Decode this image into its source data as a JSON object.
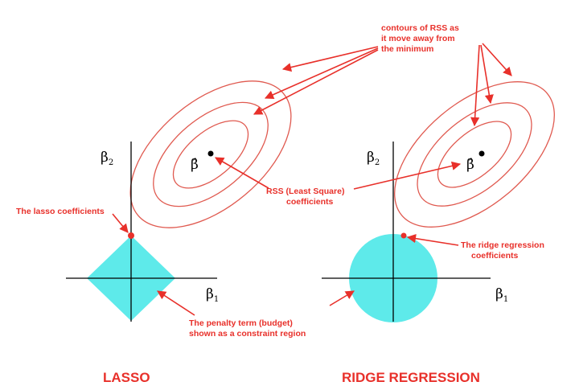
{
  "colors": {
    "annotation": "#e8302a",
    "contour": "#e05a50",
    "constraint_region": "#5eeaea",
    "axis": "#000000"
  },
  "lasso": {
    "axis_y_label": "β",
    "axis_y_sub": "2",
    "axis_x_label": "β",
    "axis_x_sub": "1",
    "beta_hat": "β̂",
    "coeff_label": "The lasso coefficients",
    "penalty_label_line1": "The penalty term (budget)",
    "penalty_label_line2": "shown as a constraint region",
    "title": "LASSO"
  },
  "ridge": {
    "axis_y_label": "β",
    "axis_y_sub": "2",
    "axis_x_label": "β",
    "axis_x_sub": "1",
    "beta_hat": "β̂",
    "coeff_label_line1": "The ridge regression",
    "coeff_label_line2": "coefficients",
    "title": "RIDGE REGRESSION"
  },
  "center": {
    "rss_label_line1": "RSS (Least Square)",
    "rss_label_line2": "coefficients"
  },
  "contours_note": {
    "line1": "contours of RSS as",
    "line2": "it move away from",
    "line3": "the minimum"
  }
}
